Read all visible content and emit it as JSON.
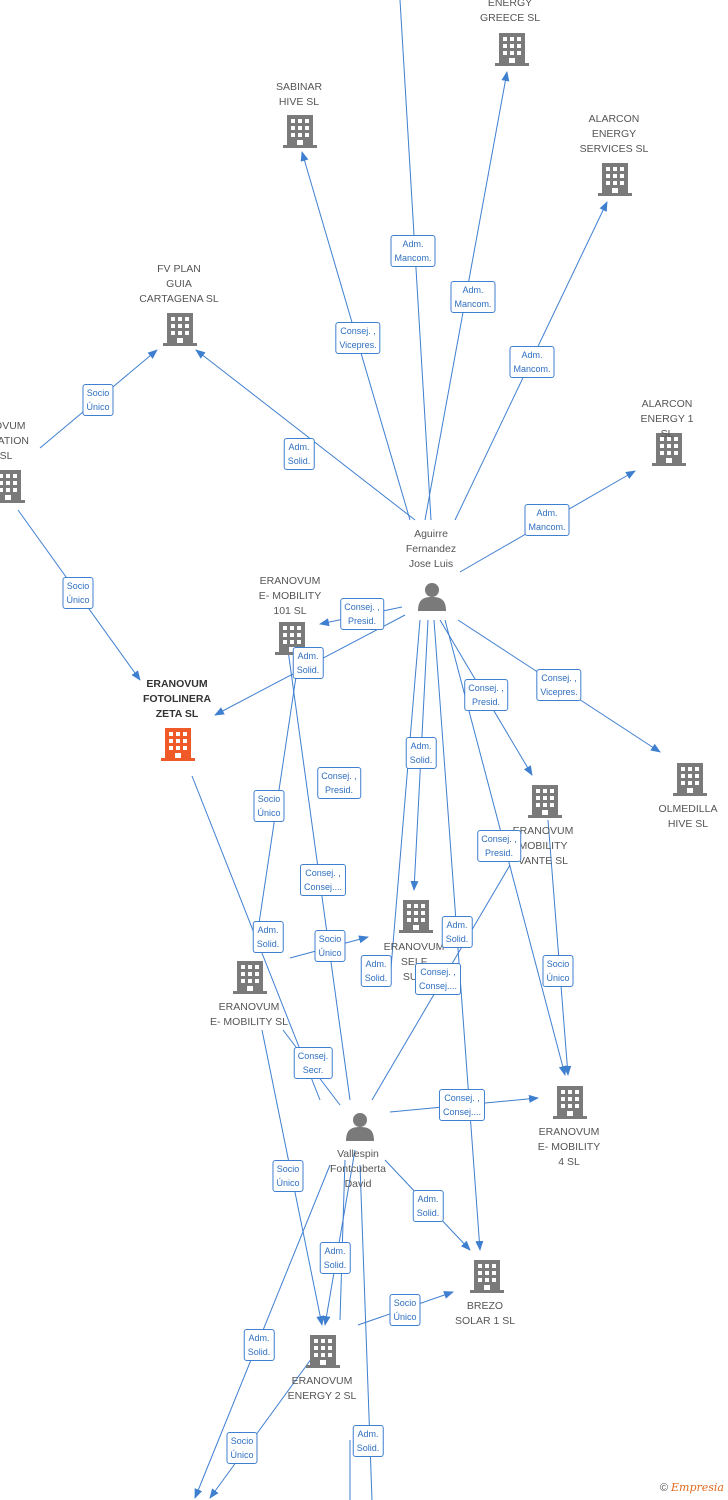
{
  "colors": {
    "edge": "#3f7fd0",
    "building": "#7a7a7a",
    "focus_building": "#f05a28",
    "person": "#7a7a7a"
  },
  "companies": [
    {
      "id": "energy_greece",
      "lines": [
        "ENERGY",
        "GREECE  SL"
      ]
    },
    {
      "id": "sabinar",
      "lines": [
        "SABINAR",
        "HIVE  SL"
      ]
    },
    {
      "id": "alarcon_services",
      "lines": [
        "ALARCON",
        "ENERGY",
        "SERVICES  SL"
      ]
    },
    {
      "id": "fv_plan",
      "lines": [
        "FV PLAN",
        "GUIA",
        "CARTAGENA  SL"
      ]
    },
    {
      "id": "novum_generation",
      "lines": [
        "NOVUM",
        "ERATION",
        "SL"
      ]
    },
    {
      "id": "alarcon_1",
      "lines": [
        "ALARCON",
        "ENERGY 1  SL"
      ]
    },
    {
      "id": "mobility_101",
      "lines": [
        "ERANOVUM",
        "E- MOBILITY",
        "101  SL"
      ]
    },
    {
      "id": "fotolinera",
      "lines": [
        "ERANOVUM",
        "FOTOLINERA",
        "ZETA  SL"
      ],
      "focus": true
    },
    {
      "id": "olmedilla",
      "lines": [
        "OLMEDILLA",
        "HIVE  SL"
      ]
    },
    {
      "id": "mobility_levante",
      "lines": [
        "ERANOVUM",
        "MOBILITY",
        "VANTE  SL"
      ]
    },
    {
      "id": "self_sun",
      "lines": [
        "ERANOVUM",
        "SELF",
        "SUN"
      ]
    },
    {
      "id": "mobility",
      "lines": [
        "ERANOVUM",
        "E- MOBILITY  SL"
      ]
    },
    {
      "id": "mobility_4",
      "lines": [
        "ERANOVUM",
        "E- MOBILITY",
        "4  SL"
      ]
    },
    {
      "id": "brezo",
      "lines": [
        "BREZO",
        "SOLAR 1  SL"
      ]
    },
    {
      "id": "energy_2",
      "lines": [
        "ERANOVUM",
        "ENERGY 2  SL"
      ]
    }
  ],
  "persons": [
    {
      "id": "aguirre",
      "lines": [
        "Aguirre",
        "Fernandez",
        "Jose Luis"
      ]
    },
    {
      "id": "vallespin",
      "lines": [
        "Vallespin",
        "Fontcuberta",
        "David"
      ]
    }
  ],
  "relations": [
    {
      "id": "r1",
      "lines": [
        "Adm.",
        "Mancom."
      ]
    },
    {
      "id": "r2",
      "lines": [
        "Adm.",
        "Mancom."
      ]
    },
    {
      "id": "r3",
      "lines": [
        "Consej. ,",
        "Vicepres."
      ]
    },
    {
      "id": "r4",
      "lines": [
        "Adm.",
        "Mancom."
      ]
    },
    {
      "id": "r5",
      "lines": [
        "Socio",
        "Único"
      ]
    },
    {
      "id": "r6",
      "lines": [
        "Adm.",
        "Solid."
      ]
    },
    {
      "id": "r7",
      "lines": [
        "Adm.",
        "Mancom."
      ]
    },
    {
      "id": "r8",
      "lines": [
        "Socio",
        "Único"
      ]
    },
    {
      "id": "r9",
      "lines": [
        "Consej. ,",
        "Presid."
      ]
    },
    {
      "id": "r10",
      "lines": [
        "Adm.",
        "Solid."
      ]
    },
    {
      "id": "r11",
      "lines": [
        "Consej. ,",
        "Presid."
      ]
    },
    {
      "id": "r12",
      "lines": [
        "Consej. ,",
        "Vicepres."
      ]
    },
    {
      "id": "r13",
      "lines": [
        "Adm.",
        "Solid."
      ]
    },
    {
      "id": "r14",
      "lines": [
        "Consej. ,",
        "Presid."
      ]
    },
    {
      "id": "r15",
      "lines": [
        "Socio",
        "Único"
      ]
    },
    {
      "id": "r16",
      "lines": [
        "Consej. ,",
        "Presid."
      ]
    },
    {
      "id": "r17",
      "lines": [
        "Consej. ,",
        "Consej...."
      ]
    },
    {
      "id": "r18",
      "lines": [
        "Adm.",
        "Solid."
      ]
    },
    {
      "id": "r19",
      "lines": [
        "Socio",
        "Único"
      ]
    },
    {
      "id": "r20",
      "lines": [
        "Adm.",
        "Solid."
      ]
    },
    {
      "id": "r21",
      "lines": [
        "Adm.",
        "Solid."
      ]
    },
    {
      "id": "r22",
      "lines": [
        "Consej. ,",
        "Consej...."
      ]
    },
    {
      "id": "r23",
      "lines": [
        "Socio",
        "Único"
      ]
    },
    {
      "id": "r24",
      "lines": [
        "Consej.",
        "Secr."
      ]
    },
    {
      "id": "r25",
      "lines": [
        "Consej. ,",
        "Consej...."
      ]
    },
    {
      "id": "r26",
      "lines": [
        "Socio",
        "Único"
      ]
    },
    {
      "id": "r27",
      "lines": [
        "Adm.",
        "Solid."
      ]
    },
    {
      "id": "r28",
      "lines": [
        "Adm.",
        "Solid."
      ]
    },
    {
      "id": "r29",
      "lines": [
        "Socio",
        "Único"
      ]
    },
    {
      "id": "r30",
      "lines": [
        "Adm.",
        "Solid."
      ]
    },
    {
      "id": "r31",
      "lines": [
        "Socio",
        "Único"
      ]
    },
    {
      "id": "r32",
      "lines": [
        "Adm.",
        "Solid."
      ]
    }
  ],
  "copyright": {
    "symbol": "©",
    "brand": "Empresia"
  }
}
